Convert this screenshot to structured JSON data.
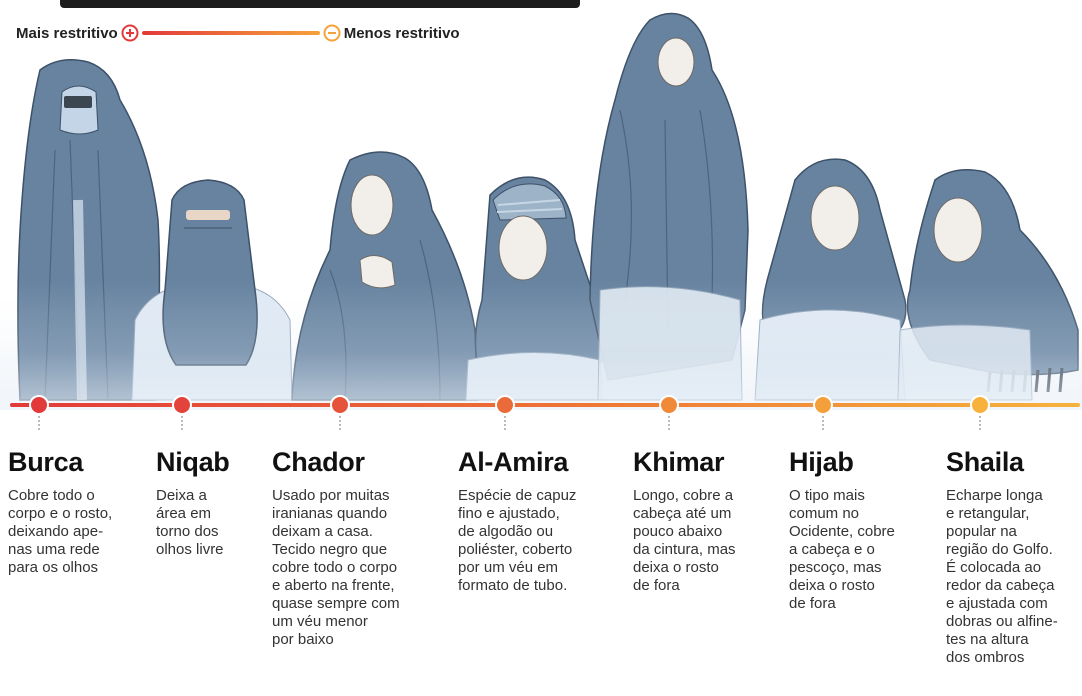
{
  "legend": {
    "more": "Mais restritivo",
    "less": "Menos restritivo"
  },
  "items": [
    {
      "name": "Burca",
      "desc": [
        "Cobre todo o",
        "corpo e o rosto,",
        "deixando ape-",
        "nas uma rede",
        "para os olhos"
      ]
    },
    {
      "name": "Niqab",
      "desc": [
        "Deixa a",
        "área em",
        "torno dos",
        "olhos livre"
      ]
    },
    {
      "name": "Chador",
      "desc": [
        "Usado por muitas",
        "iranianas quando",
        "deixam a casa.",
        "Tecido negro que",
        "cobre todo o corpo",
        "e aberto na frente,",
        "quase sempre com",
        "um véu menor",
        "por baixo"
      ]
    },
    {
      "name": "Al-Amira",
      "desc": [
        "Espécie de capuz",
        "fino e ajustado,",
        "de algodão ou",
        "poliéster, coberto",
        "por um véu em",
        "formato de tubo."
      ]
    },
    {
      "name": "Khimar",
      "desc": [
        "Longo, cobre a",
        "cabeça até um",
        "pouco abaixo",
        "da cintura, mas",
        "deixa o rosto",
        "de fora"
      ]
    },
    {
      "name": "Hijab",
      "desc": [
        "O tipo mais",
        "comum no",
        "Ocidente, cobre",
        "a cabeça e o",
        "pescoço, mas",
        "deixa o rosto",
        "de fora"
      ]
    },
    {
      "name": "Shaila",
      "desc": [
        "Echarpe longa",
        "e retangular,",
        "popular na",
        "região do Golfo.",
        "É colocada ao",
        "redor da cabeça",
        "e ajustada com",
        "dobras ou alfine-",
        "tes na altura",
        "dos ombros"
      ]
    }
  ]
}
